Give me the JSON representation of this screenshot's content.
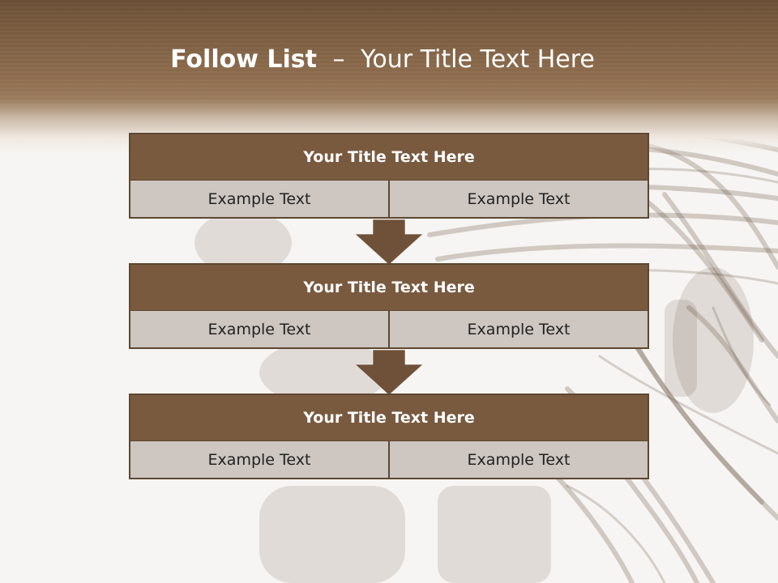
{
  "slide": {
    "title_bold": "Follow List",
    "title_dash": "–",
    "title_rest": "Your Title Text Here"
  },
  "steps": [
    {
      "title": "Your Title Text Here",
      "left": "Example Text",
      "right": "Example Text"
    },
    {
      "title": "Your Title Text Here",
      "left": "Example Text",
      "right": "Example Text"
    },
    {
      "title": "Your Title Text Here",
      "left": "Example Text",
      "right": "Example Text"
    }
  ],
  "colors": {
    "header_brown": "#7a5c40",
    "block_title_bg": "#795a3f",
    "block_border": "#5e4731",
    "cell_bg": "#cdc6c1",
    "arrow": "#6e5138"
  }
}
